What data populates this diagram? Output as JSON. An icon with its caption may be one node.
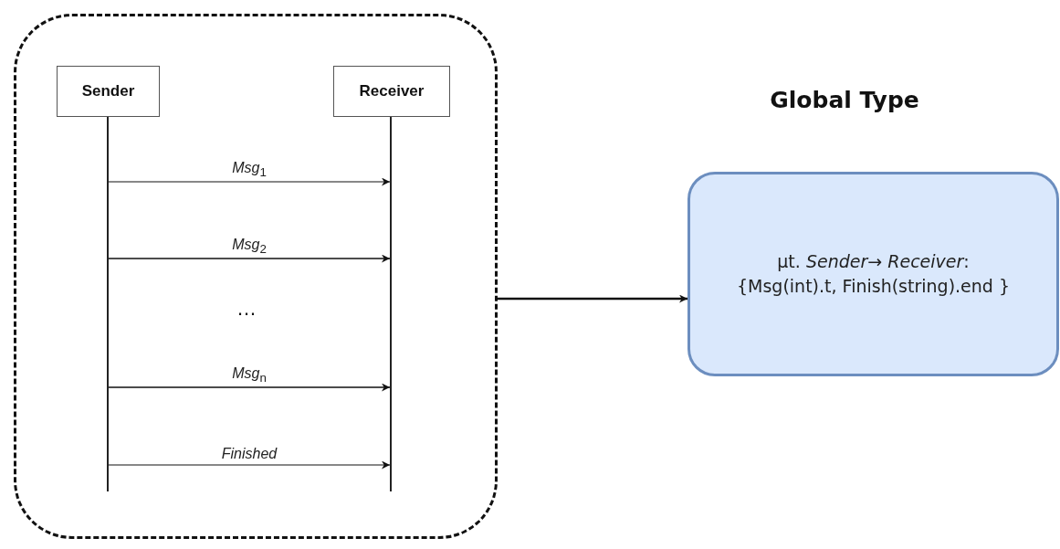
{
  "diagram": {
    "nodes": [
      {
        "text": [],
        "shape": "box"
      },
      {
        "text": [
          "Sender"
        ],
        "in": 0
      },
      {
        "text": [
          "Receiver"
        ],
        "in": 0
      },
      {
        "text": [],
        "shape": "line",
        "in": 0
      },
      {
        "text": [],
        "shape": "line",
        "in": 0
      },
      {
        "text": [
          "µt. *Sender*→ *Receiver*: {Msg(int).t, Finish(string).end }"
        ]
      }
    ],
    "edges": [
      {
        "from": 3,
        "to": 4,
        "arrow": "to",
        "label": "*Msg*$_{1}$"
      },
      {
        "from": 3,
        "to": 4,
        "arrow": "to",
        "label": "*Msg*$_{2}$"
      },
      {
        "from": 3,
        "to": 4,
        "arrow": "to",
        "label": "*Msg*$_{n}$"
      },
      {
        "from": 3,
        "to": 4,
        "arrow": "to",
        "label": "*Finished*"
      },
      {
        "from": 0,
        "to": 5,
        "arrow": "to"
      }
    ],
    "labels": [
      "…",
      "Global Type"
    ]
  }
}
